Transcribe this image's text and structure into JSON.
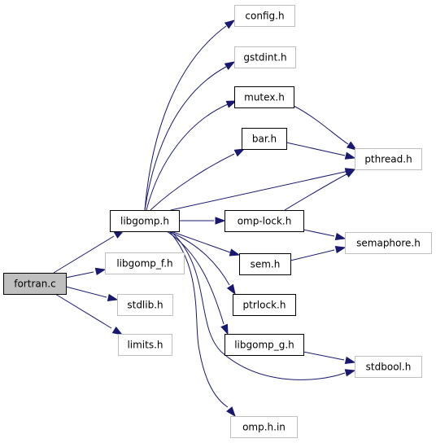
{
  "graph": {
    "nodes": [
      {
        "id": "fortran",
        "label": "fortran.c",
        "style": "root"
      },
      {
        "id": "libgomp",
        "label": "libgomp.h",
        "style": "solid"
      },
      {
        "id": "libgomp_f",
        "label": "libgomp_f.h",
        "style": "missing"
      },
      {
        "id": "stdlib",
        "label": "stdlib.h",
        "style": "missing"
      },
      {
        "id": "limits",
        "label": "limits.h",
        "style": "missing"
      },
      {
        "id": "config",
        "label": "config.h",
        "style": "missing"
      },
      {
        "id": "gstdint",
        "label": "gstdint.h",
        "style": "missing"
      },
      {
        "id": "mutex",
        "label": "mutex.h",
        "style": "solid"
      },
      {
        "id": "bar",
        "label": "bar.h",
        "style": "solid"
      },
      {
        "id": "pthread",
        "label": "pthread.h",
        "style": "missing"
      },
      {
        "id": "omplock",
        "label": "omp-lock.h",
        "style": "solid"
      },
      {
        "id": "semaphore",
        "label": "semaphore.h",
        "style": "missing"
      },
      {
        "id": "sem",
        "label": "sem.h",
        "style": "solid"
      },
      {
        "id": "ptrlock",
        "label": "ptrlock.h",
        "style": "solid"
      },
      {
        "id": "libgomp_g",
        "label": "libgomp_g.h",
        "style": "solid"
      },
      {
        "id": "stdbool",
        "label": "stdbool.h",
        "style": "missing"
      },
      {
        "id": "omph",
        "label": "omp.h.in",
        "style": "missing"
      }
    ],
    "edges": [
      {
        "from": "fortran",
        "to": "libgomp"
      },
      {
        "from": "fortran",
        "to": "libgomp_f"
      },
      {
        "from": "fortran",
        "to": "stdlib"
      },
      {
        "from": "fortran",
        "to": "limits"
      },
      {
        "from": "libgomp",
        "to": "config"
      },
      {
        "from": "libgomp",
        "to": "gstdint"
      },
      {
        "from": "libgomp",
        "to": "mutex"
      },
      {
        "from": "libgomp",
        "to": "bar"
      },
      {
        "from": "libgomp",
        "to": "pthread"
      },
      {
        "from": "libgomp",
        "to": "omplock"
      },
      {
        "from": "libgomp",
        "to": "sem"
      },
      {
        "from": "libgomp",
        "to": "ptrlock"
      },
      {
        "from": "libgomp",
        "to": "libgomp_g"
      },
      {
        "from": "libgomp",
        "to": "stdbool"
      },
      {
        "from": "libgomp",
        "to": "omph"
      },
      {
        "from": "mutex",
        "to": "pthread"
      },
      {
        "from": "bar",
        "to": "pthread"
      },
      {
        "from": "omplock",
        "to": "pthread"
      },
      {
        "from": "omplock",
        "to": "semaphore"
      },
      {
        "from": "sem",
        "to": "semaphore"
      },
      {
        "from": "libgomp_g",
        "to": "stdbool"
      }
    ]
  },
  "colors": {
    "edge": "#191970",
    "missing_border": "#bfbfbf",
    "root_fill": "#bfbfbf",
    "solid_border": "#000000"
  }
}
